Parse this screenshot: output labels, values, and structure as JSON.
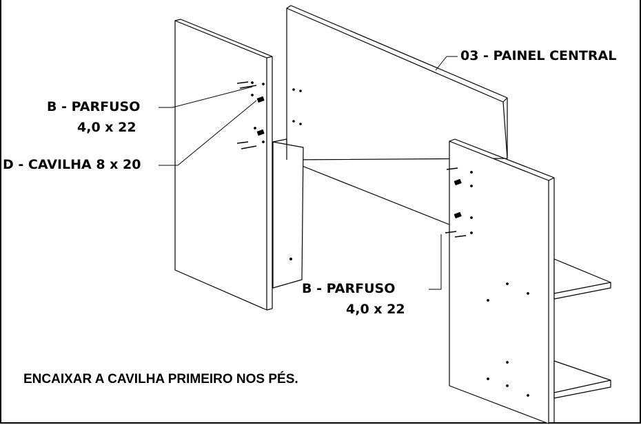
{
  "callouts": {
    "painel_central": "03 - PAINEL CENTRAL",
    "parafuso_left_line1": "B - PARFUSO",
    "parafuso_left_line2": "4,0 x 22",
    "cavilha_left": "D - CAVILHA 8 x 20",
    "parafuso_right_line1": "B - PARFUSO",
    "parafuso_right_line2": "4,0 x 22"
  },
  "instruction": "ENCAIXAR A CAVILHA PRIMEIRO NOS PÉS.",
  "colors": {
    "line": "#000000",
    "background": "#ffffff"
  }
}
